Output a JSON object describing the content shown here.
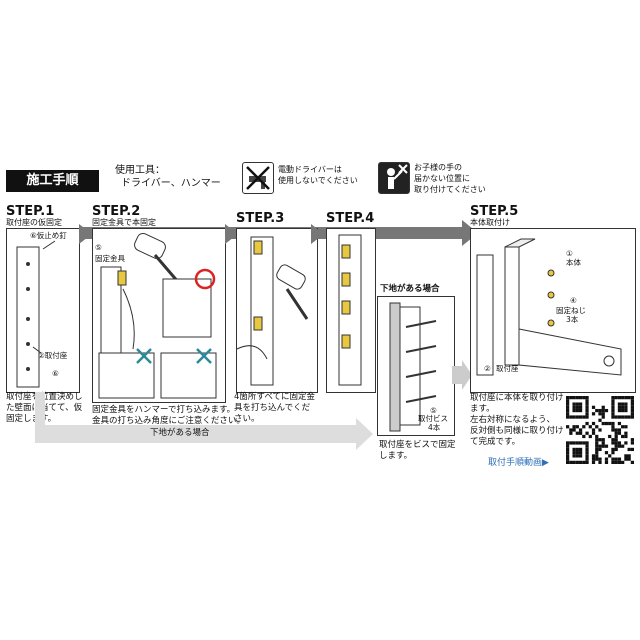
{
  "header": {
    "title": "施工手順",
    "tools_label": "使用工具：",
    "tools_value": "ドライバー、ハンマー",
    "warn1": "電動ドライバーは\n使用しないでください",
    "warn2": "お子様の手の\n届かない位置に\n取り付けてください"
  },
  "steps": [
    {
      "title": "STEP.1",
      "subtitle": "取付座の仮固定",
      "labels": {
        "nail": "⑥仮止め釘",
        "base": "②取付座",
        "num6": "⑥"
      },
      "caption": "取付座を位置決めした壁面に当てて、仮固定します。"
    },
    {
      "title": "STEP.2",
      "subtitle": "固定金具で本固定",
      "labels": {
        "part": "固定金具",
        "num5": "⑤"
      },
      "caption": "固定金具をハンマーで打ち込みます。\n金具の打ち込み角度にご注意ください。"
    },
    {
      "title": "STEP.3",
      "subtitle": "",
      "caption": "4箇所すべてに固定金具を打ち込んでください。"
    },
    {
      "title": "STEP.4",
      "subtitle": ""
    },
    {
      "title": "STEP.5",
      "subtitle": "本体取付け",
      "labels": {
        "n1": "①",
        "body": "本体",
        "n4": "④",
        "screw": "固定ねじ",
        "screw_count": "3本",
        "n2": "②",
        "base": "取付座"
      },
      "caption": "取付座に本体を取り付けます。\n左右対称になるよう、\n反対側も同様に取り付けて完成です。"
    }
  ],
  "alt": {
    "heading": "下地がある場合",
    "arrow_label": "下地がある場合",
    "screw_label": "取付ビス",
    "screw_count": "4本",
    "num5": "⑤",
    "caption": "取付座をビスで固定します。"
  },
  "video_link": "取付手順動画▶"
}
